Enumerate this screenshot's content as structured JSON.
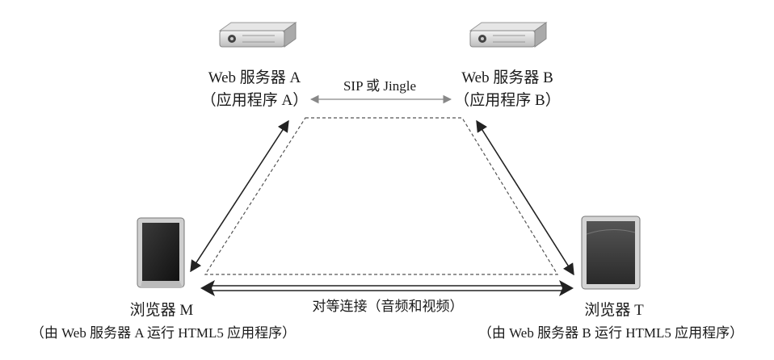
{
  "server_a": {
    "name": "Web 服务器 A",
    "app": "（应用程序 A）",
    "icon": "server-icon"
  },
  "server_b": {
    "name": "Web 服务器 B",
    "app": "（应用程序 B）",
    "icon": "server-icon"
  },
  "browser_m": {
    "name": "浏览器 M",
    "desc": "（由 Web 服务器 A 运行 HTML5 应用程序）",
    "icon": "tablet-icon"
  },
  "browser_t": {
    "name": "浏览器 T",
    "desc": "（由 Web 服务器 B 运行 HTML5 应用程序）",
    "icon": "tablet-icon"
  },
  "server_link_label": "SIP 或 Jingle",
  "peer_link_label": "对等连接（音频和视频）",
  "colors": {
    "line": "#222222",
    "server_link": "#888888",
    "dashed": "#555555"
  }
}
